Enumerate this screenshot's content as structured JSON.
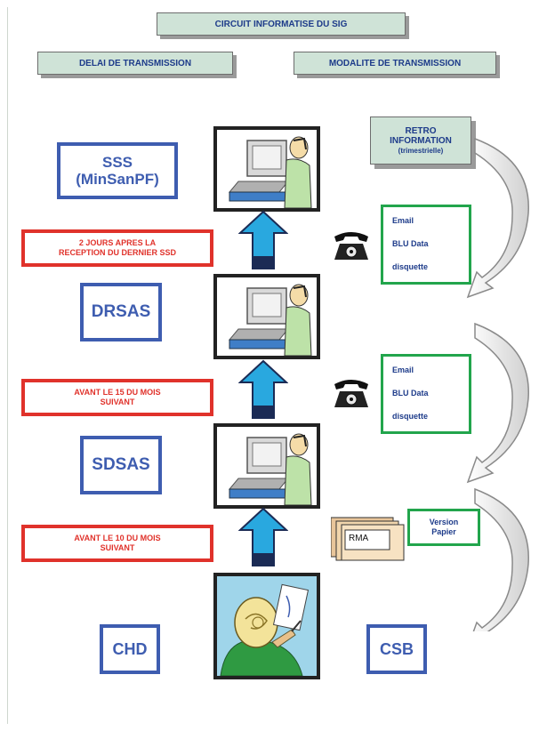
{
  "header": {
    "title": "CIRCUIT INFORMATISE DU SIG",
    "left": "DELAI DE TRANSMISSION",
    "right": "MODALITE DE TRANSMISSION"
  },
  "retro": {
    "line1": "RETRO",
    "line2": "INFORMATION",
    "line3": "(trimestrielle)"
  },
  "levels": {
    "sss_1": "SSS",
    "sss_2": "(MinSanPF)",
    "drsas": "DRSAS",
    "sdsas": "SDSAS",
    "chd": "CHD",
    "csb": "CSB"
  },
  "delays": {
    "d1_line1": "2 JOURS APRES LA",
    "d1_line2": "RECEPTION DU DERNIER SSD",
    "d2_line1": "AVANT LE 15  DU  MOIS",
    "d2_line2": "SUIVANT",
    "d3_line1": "AVANT LE 10  DU  MOIS",
    "d3_line2": "SUIVANT"
  },
  "modalities": {
    "m1": [
      "Email",
      "BLU Data",
      "disquette"
    ],
    "m2": [
      "Email",
      "BLU Data",
      "disquette"
    ],
    "paper": "RMA",
    "version_1": "Version",
    "version_2": "Papier"
  },
  "colors": {
    "blue": "#3e5db0",
    "red": "#e0322b",
    "green": "#22a54c",
    "header_fill": "#cfe3d7",
    "arrow": "#29a8df",
    "text_navy": "#1d3b8a"
  }
}
